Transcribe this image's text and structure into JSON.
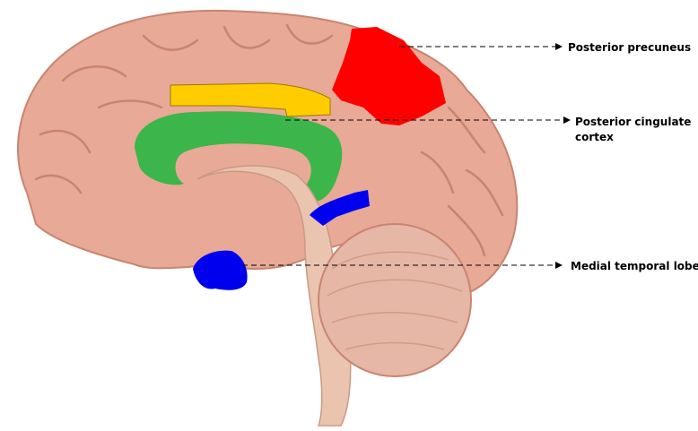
{
  "labels": {
    "precuneus": "Posterior precuneus",
    "cingulate_line1": "Posterior cingulate",
    "cingulate_line2": "cortex",
    "temporal": "Medial temporal lobe"
  },
  "regions": {
    "precuneus": {
      "color": "#ff0000"
    },
    "cingulate": {
      "color": "#ffcc00"
    },
    "callosum": {
      "color": "#3cb54a"
    },
    "temporal": {
      "color": "#0000ee"
    }
  },
  "colors": {
    "brain": "#e8a996",
    "brain_shadow": "#c98471",
    "brainstem": "#ebc4b0",
    "cerebellum": "#e6b7a7"
  }
}
